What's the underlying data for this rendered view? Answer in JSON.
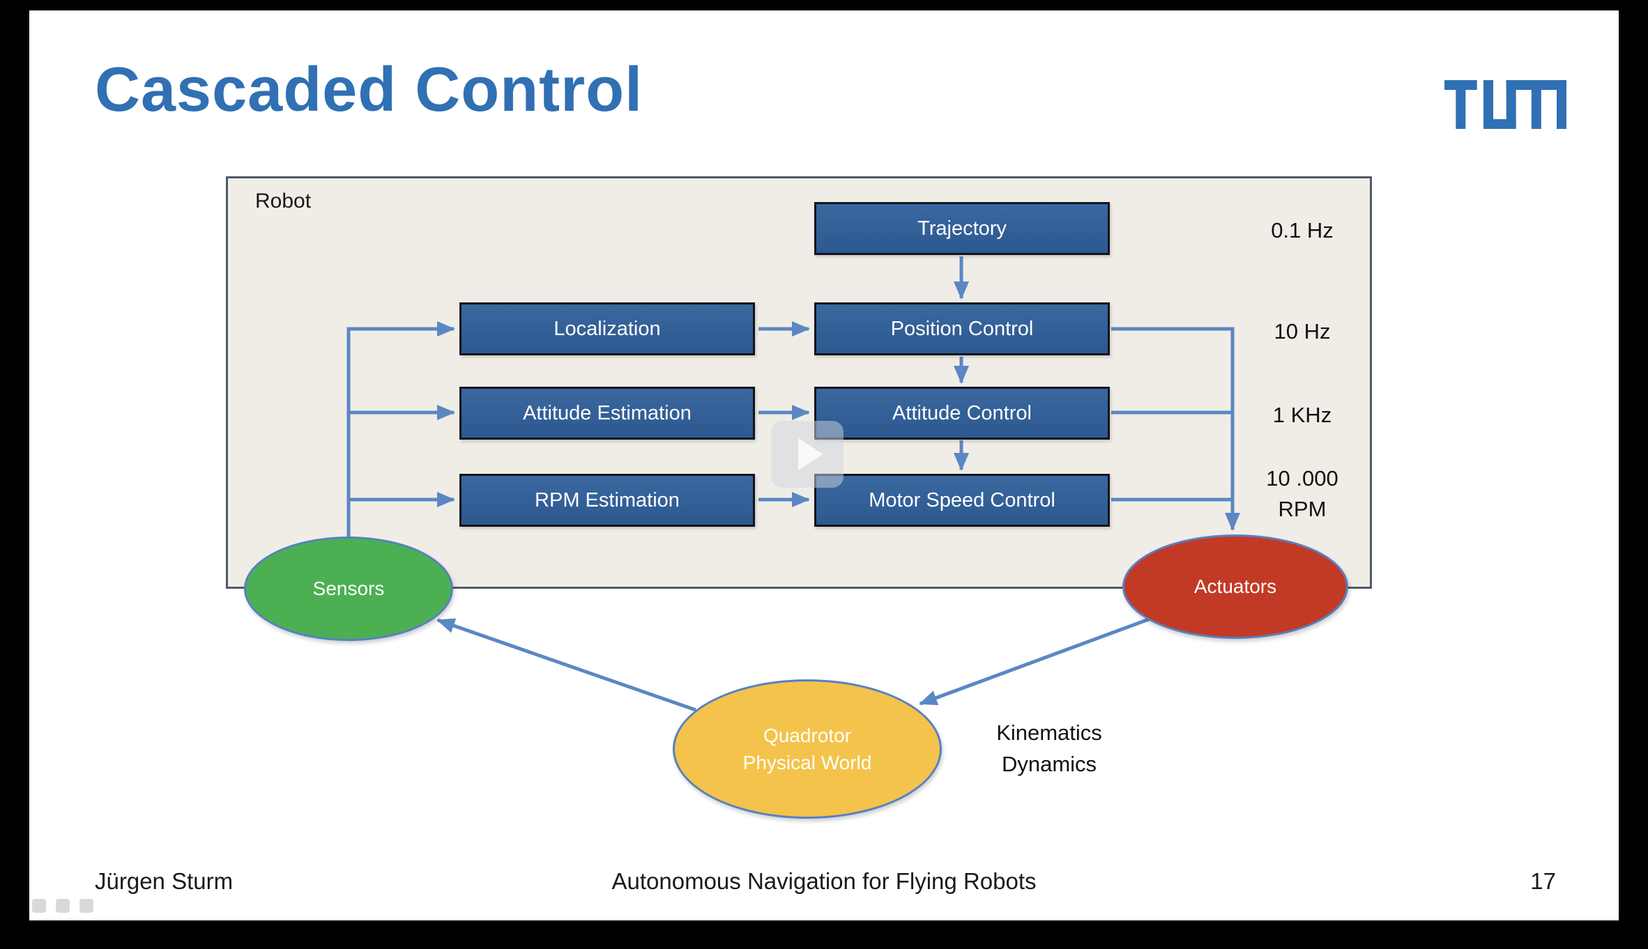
{
  "slide": {
    "title": "Cascaded Control",
    "logo_alt": "TUM",
    "footer": {
      "author": "Jürgen Sturm",
      "center": "Autonomous Navigation for Flying Robots",
      "page_number": "17"
    }
  },
  "diagram": {
    "frame_label": "Robot",
    "nodes": {
      "trajectory": "Trajectory",
      "localization": "Localization",
      "position_control": "Position Control",
      "attitude_estimation": "Attitude Estimation",
      "attitude_control": "Attitude Control",
      "rpm_estimation": "RPM Estimation",
      "motor_speed_control": "Motor Speed Control",
      "sensors": "Sensors",
      "actuators": "Actuators",
      "quadrotor_line1": "Quadrotor",
      "quadrotor_line2": "Physical World"
    },
    "rates": {
      "trajectory_rate": "0.1 Hz",
      "position_rate": "10 Hz",
      "attitude_rate": "1 KHz",
      "motor_rate_line1": "10 .000",
      "motor_rate_line2": "RPM"
    },
    "annotation_line1": "Kinematics",
    "annotation_line2": "Dynamics",
    "colors": {
      "accent_blue": "#3070B3",
      "box_fill": "#2D5890",
      "arrow_blue": "#5B87C3",
      "sensors_fill": "#4CB052",
      "actuators_fill": "#C23A26",
      "quadrotor_fill": "#F3C34B",
      "frame_fill": "#F0EDE7"
    }
  }
}
